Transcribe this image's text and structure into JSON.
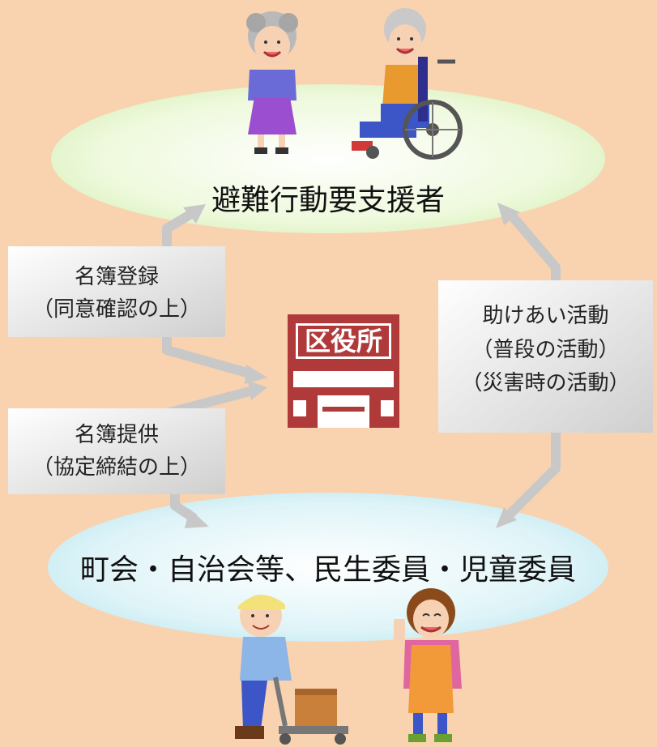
{
  "top_group": {
    "label": "避難行動要支援者"
  },
  "bottom_group": {
    "label": "町会・自治会等、民生委員・児童委員"
  },
  "office": {
    "label": "区役所"
  },
  "register_box": {
    "line1": "名簿登録",
    "line2": "（同意確認の上）"
  },
  "provide_box": {
    "line1": "名簿提供",
    "line2": "（協定締結の上）"
  },
  "mutual_box": {
    "line1": "助けあい活動",
    "line2": "（普段の活動）",
    "line3": "（災害時の活動）"
  },
  "colors": {
    "background": "#f9d2b0",
    "top_ellipse": "#e8f6cf",
    "bottom_ellipse": "#cfeef4",
    "office_red": "#b03a3a",
    "arrow_gray": "#c8c8c8",
    "box_light": "#ffffff",
    "box_dark": "#d2d2d2"
  },
  "illustrations": [
    "elderly-woman-icon",
    "wheelchair-man-icon",
    "worker-with-cart-icon",
    "apron-woman-icon"
  ]
}
